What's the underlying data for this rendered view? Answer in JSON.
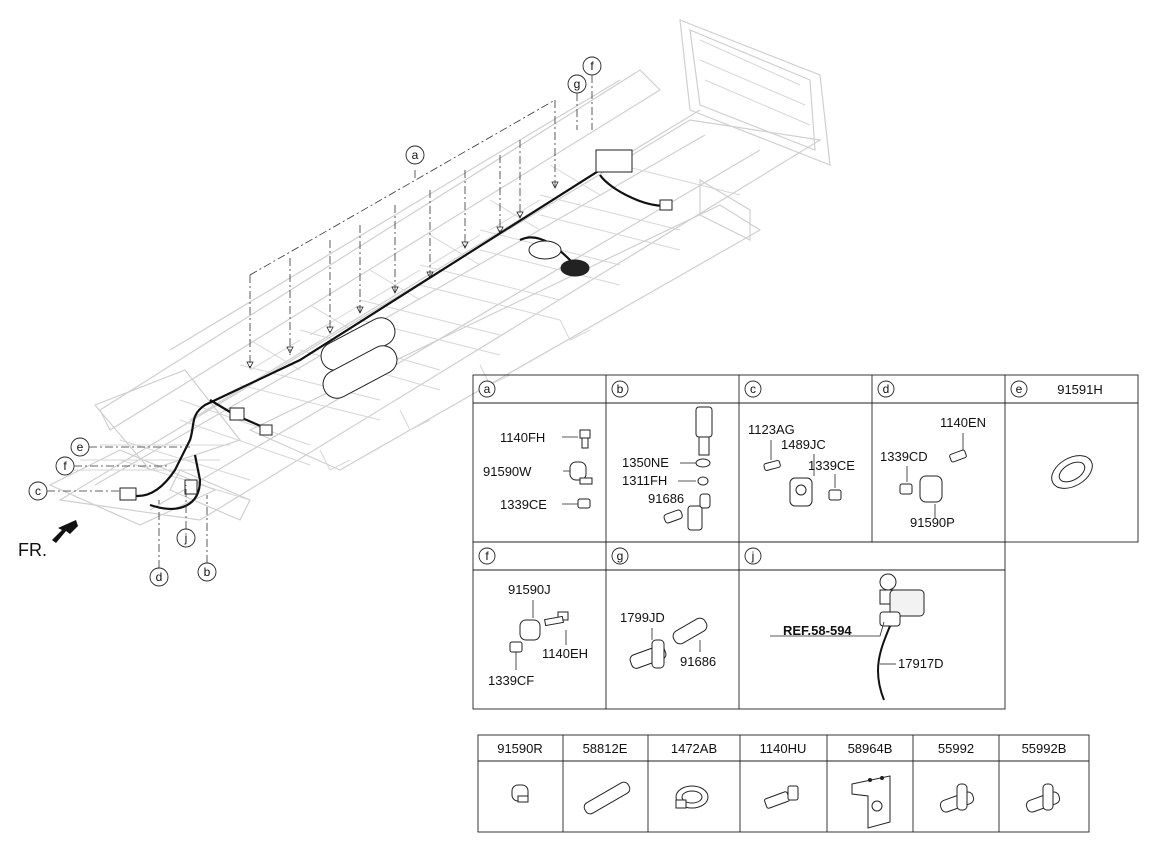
{
  "front_label": "FR.",
  "callouts": {
    "a": "a",
    "b": "b",
    "c": "c",
    "d": "d",
    "e": "e",
    "f": "f",
    "g": "g",
    "j": "j"
  },
  "table": {
    "a": {
      "letter": "a",
      "parts": [
        "1140FH",
        "91590W",
        "1339CE"
      ]
    },
    "b": {
      "letter": "b",
      "parts": [
        "1350NE",
        "1311FH",
        "91686"
      ]
    },
    "c": {
      "letter": "c",
      "parts": [
        "1123AG",
        "1489JC",
        "1339CE"
      ]
    },
    "d": {
      "letter": "d",
      "parts": [
        "1140EN",
        "1339CD",
        "91590P"
      ]
    },
    "e": {
      "letter": "e",
      "header_part": "91591H"
    },
    "f": {
      "letter": "f",
      "parts": [
        "91590J",
        "1140EH",
        "1339CF"
      ]
    },
    "g": {
      "letter": "g",
      "parts": [
        "1799JD",
        "91686"
      ]
    },
    "j": {
      "letter": "j",
      "ref": "REF.58-594",
      "parts": [
        "17917D"
      ]
    }
  },
  "bottom_parts": [
    "91590R",
    "58812E",
    "1472AB",
    "1140HU",
    "58964B",
    "55992",
    "55992B"
  ]
}
